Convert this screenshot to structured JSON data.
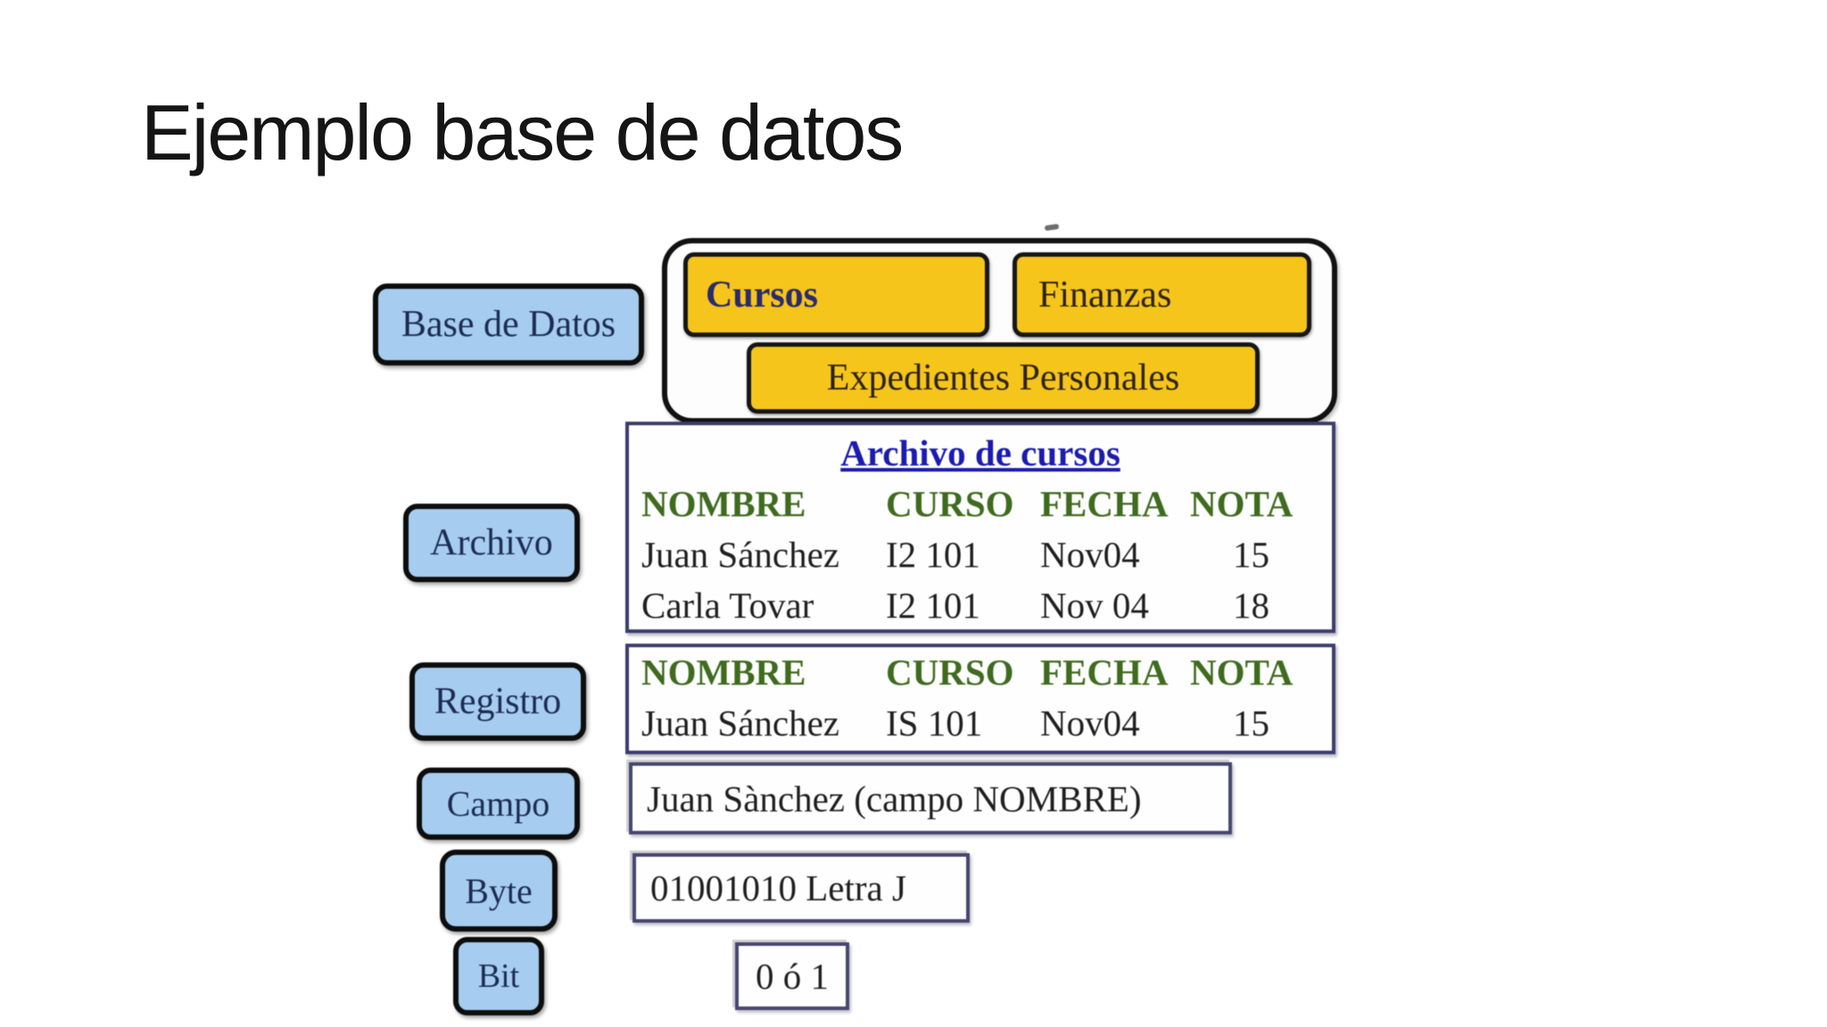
{
  "title": "Ejemplo base de datos",
  "colors": {
    "level_box_fill": "#a6cdf0",
    "file_box_fill": "#f6c51c",
    "table_title": "#1b1bb0",
    "table_header": "#3f6b1f",
    "body_text": "#1f1f1f"
  },
  "diagram": {
    "levels": {
      "base_de_datos": {
        "label": "Base de Datos"
      },
      "archivo": {
        "label": "Archivo"
      },
      "registro": {
        "label": "Registro"
      },
      "campo": {
        "label": "Campo"
      },
      "byte": {
        "label": "Byte"
      },
      "bit": {
        "label": "Bit"
      }
    },
    "database_files": {
      "cursos": {
        "label": "Cursos"
      },
      "finanzas": {
        "label": "Finanzas"
      },
      "expedientes": {
        "label": "Expedientes Personales"
      }
    },
    "archivo_table": {
      "title": "Archivo de cursos",
      "headers": [
        "NOMBRE",
        "CURSO",
        "FECHA",
        "NOTA"
      ],
      "rows": [
        [
          "Juan Sánchez",
          "I2 101",
          "Nov04",
          "15"
        ],
        [
          "Carla Tovar",
          "I2 101",
          "Nov 04",
          "18"
        ]
      ]
    },
    "registro_table": {
      "headers": [
        "NOMBRE",
        "CURSO",
        "FECHA",
        "NOTA"
      ],
      "rows": [
        [
          "Juan Sánchez",
          "IS 101",
          "Nov04",
          "15"
        ]
      ]
    },
    "campo_value": "Juan Sànchez (campo NOMBRE)",
    "byte_value": "01001010 Letra J",
    "bit_value": "0 ó 1"
  }
}
